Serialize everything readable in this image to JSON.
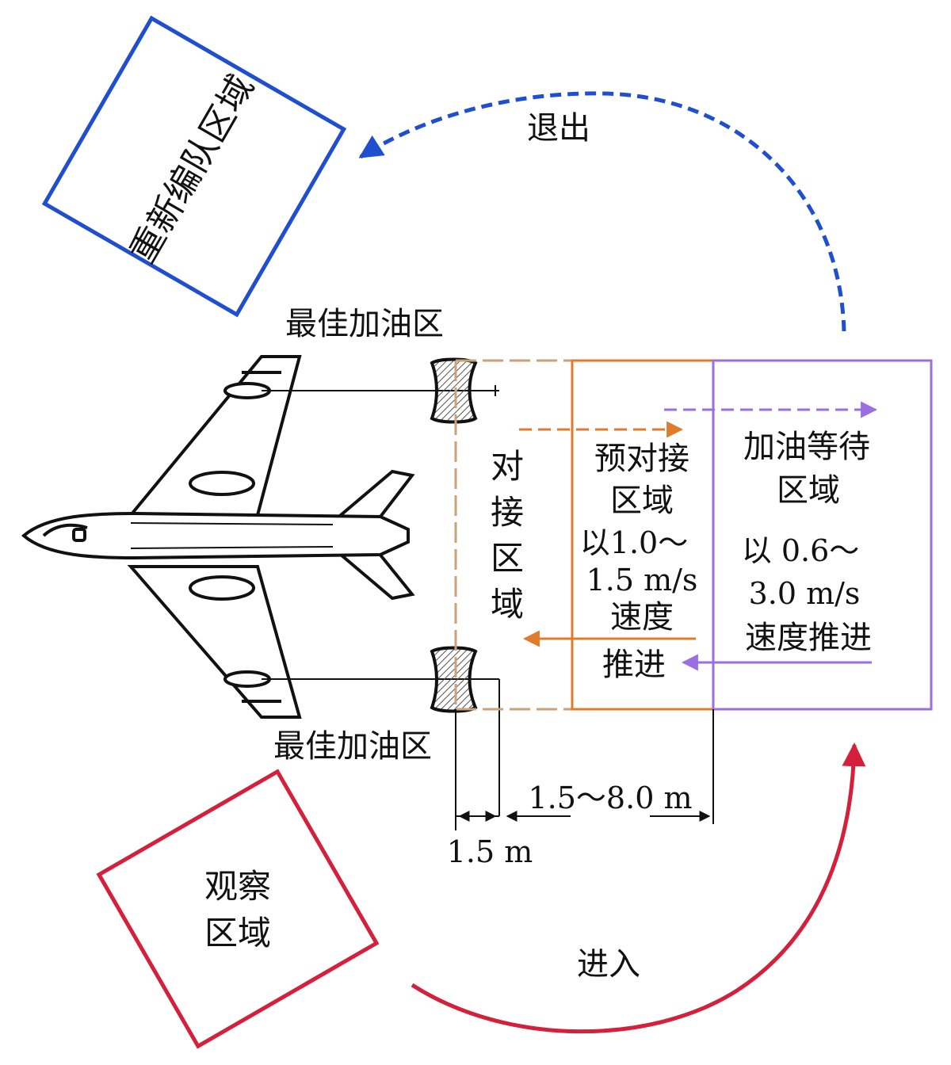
{
  "labels": {
    "regroup_zone": "重新编队区域",
    "exit": "退出",
    "best_refuel_top": "最佳加油区",
    "best_refuel_bottom": "最佳加油区",
    "docking_zone": [
      "对",
      "接",
      "区",
      "域"
    ],
    "pre_docking_zone": [
      "预对接",
      "区域",
      "以1.0～",
      "1.5 m/s",
      "速度",
      "推进"
    ],
    "refuel_wait_zone": [
      "加油等待",
      "区域",
      "以 0.6～",
      "3.0 m/s",
      "速度推进"
    ],
    "distance_far": "1.5～8.0 m",
    "distance_near": "1.5 m",
    "observe_zone": [
      "观察",
      "区域"
    ],
    "enter": "进入"
  },
  "colors": {
    "regroup": "#1f4fcf",
    "exit_arrow": "#1f4fcf",
    "observe": "#d4203a",
    "enter_arrow": "#d4203a",
    "docking": "#c9a27a",
    "pre_docking": "#e07b2c",
    "waiting": "#9b6fe0",
    "aircraft": "#111111"
  },
  "icons": {
    "aircraft": "tanker-aircraft-icon",
    "drogue": "refueling-drogue-icon"
  }
}
